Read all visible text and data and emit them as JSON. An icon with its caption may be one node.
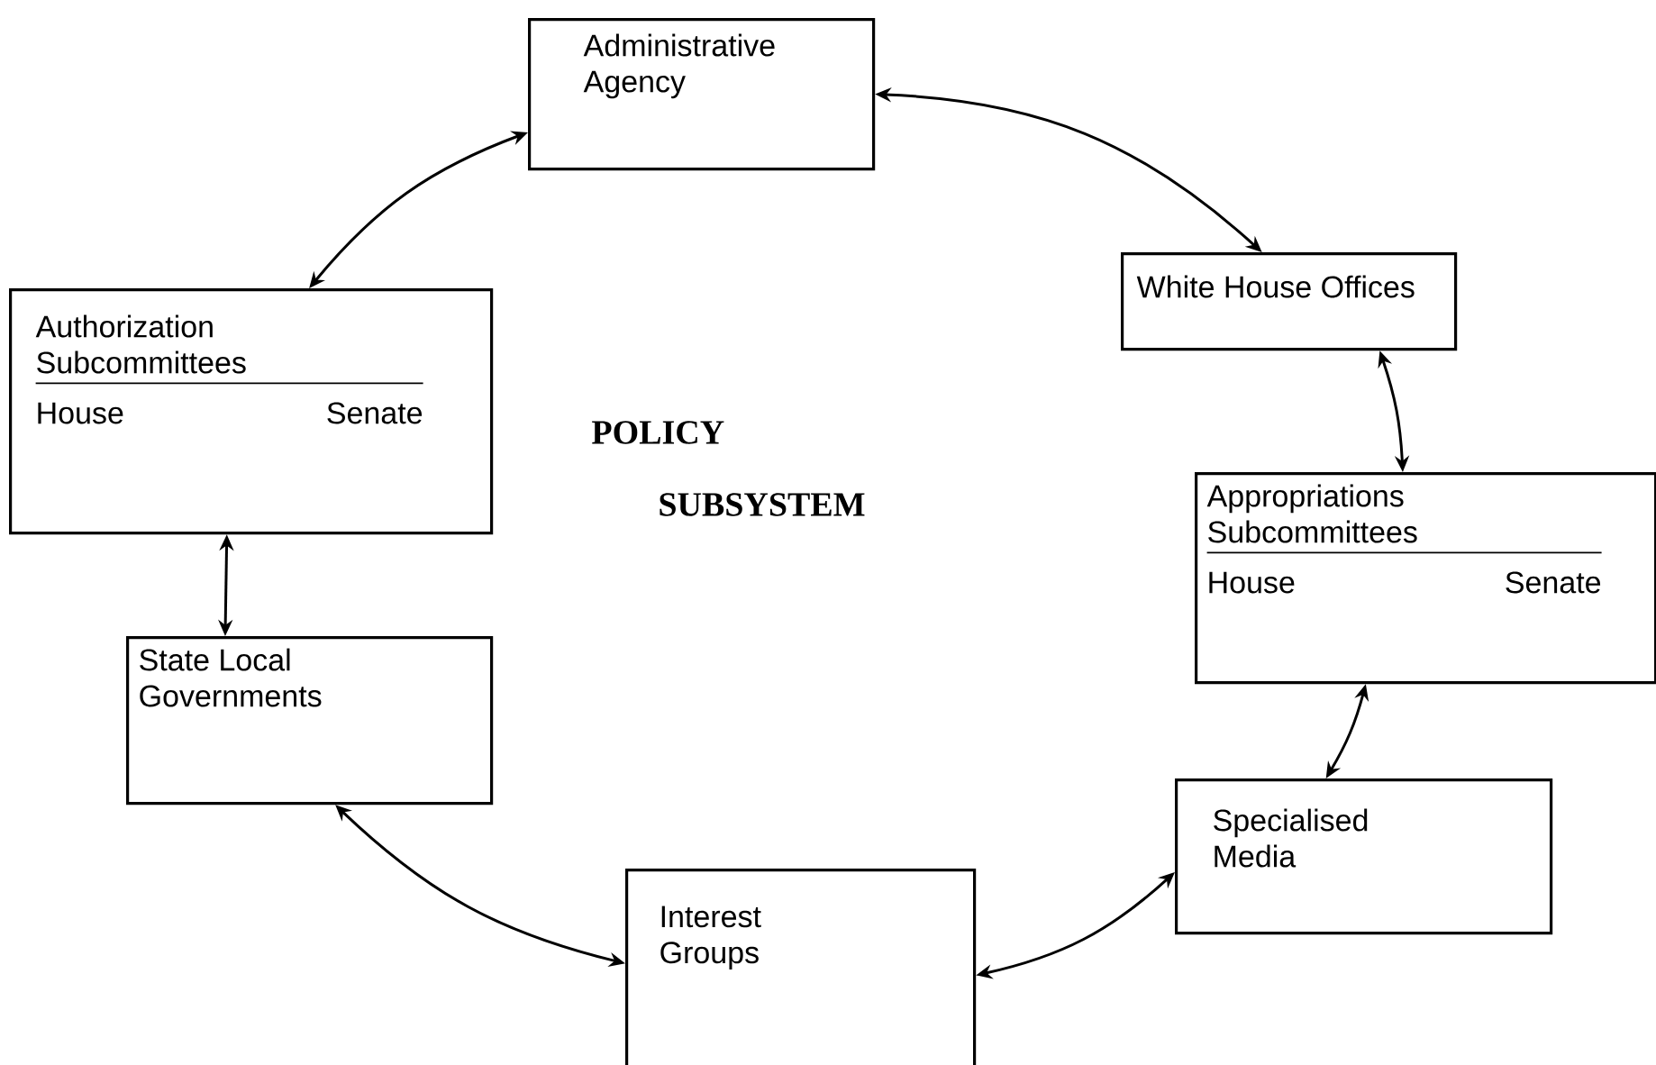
{
  "diagram": {
    "nodes": [
      {
        "text": [
          "Administrative Agency"
        ]
      },
      {
        "text": [
          "White House Offices"
        ]
      },
      {
        "text": [
          "Authorization Subcommittees",
          "House",
          "Senate"
        ]
      },
      {
        "text": [
          "Appropriations Subcommittees",
          "House",
          "Senate"
        ]
      },
      {
        "text": [
          "State Local Governments"
        ]
      },
      {
        "text": [
          "Specialised Media"
        ]
      },
      {
        "text": [
          "Interest Groups"
        ]
      }
    ],
    "edges": [
      {
        "from": 0,
        "to": 1,
        "arrow": "both"
      },
      {
        "from": 0,
        "to": 2,
        "arrow": "both"
      },
      {
        "from": 1,
        "to": 3,
        "arrow": "both"
      },
      {
        "from": 2,
        "to": 4,
        "arrow": "both"
      },
      {
        "from": 3,
        "to": 5,
        "arrow": "both"
      },
      {
        "from": 4,
        "to": 6,
        "arrow": "both"
      },
      {
        "from": 6,
        "to": 5,
        "arrow": "both"
      }
    ],
    "labels": [
      "POLICY",
      "SUBSYSTEM"
    ]
  }
}
